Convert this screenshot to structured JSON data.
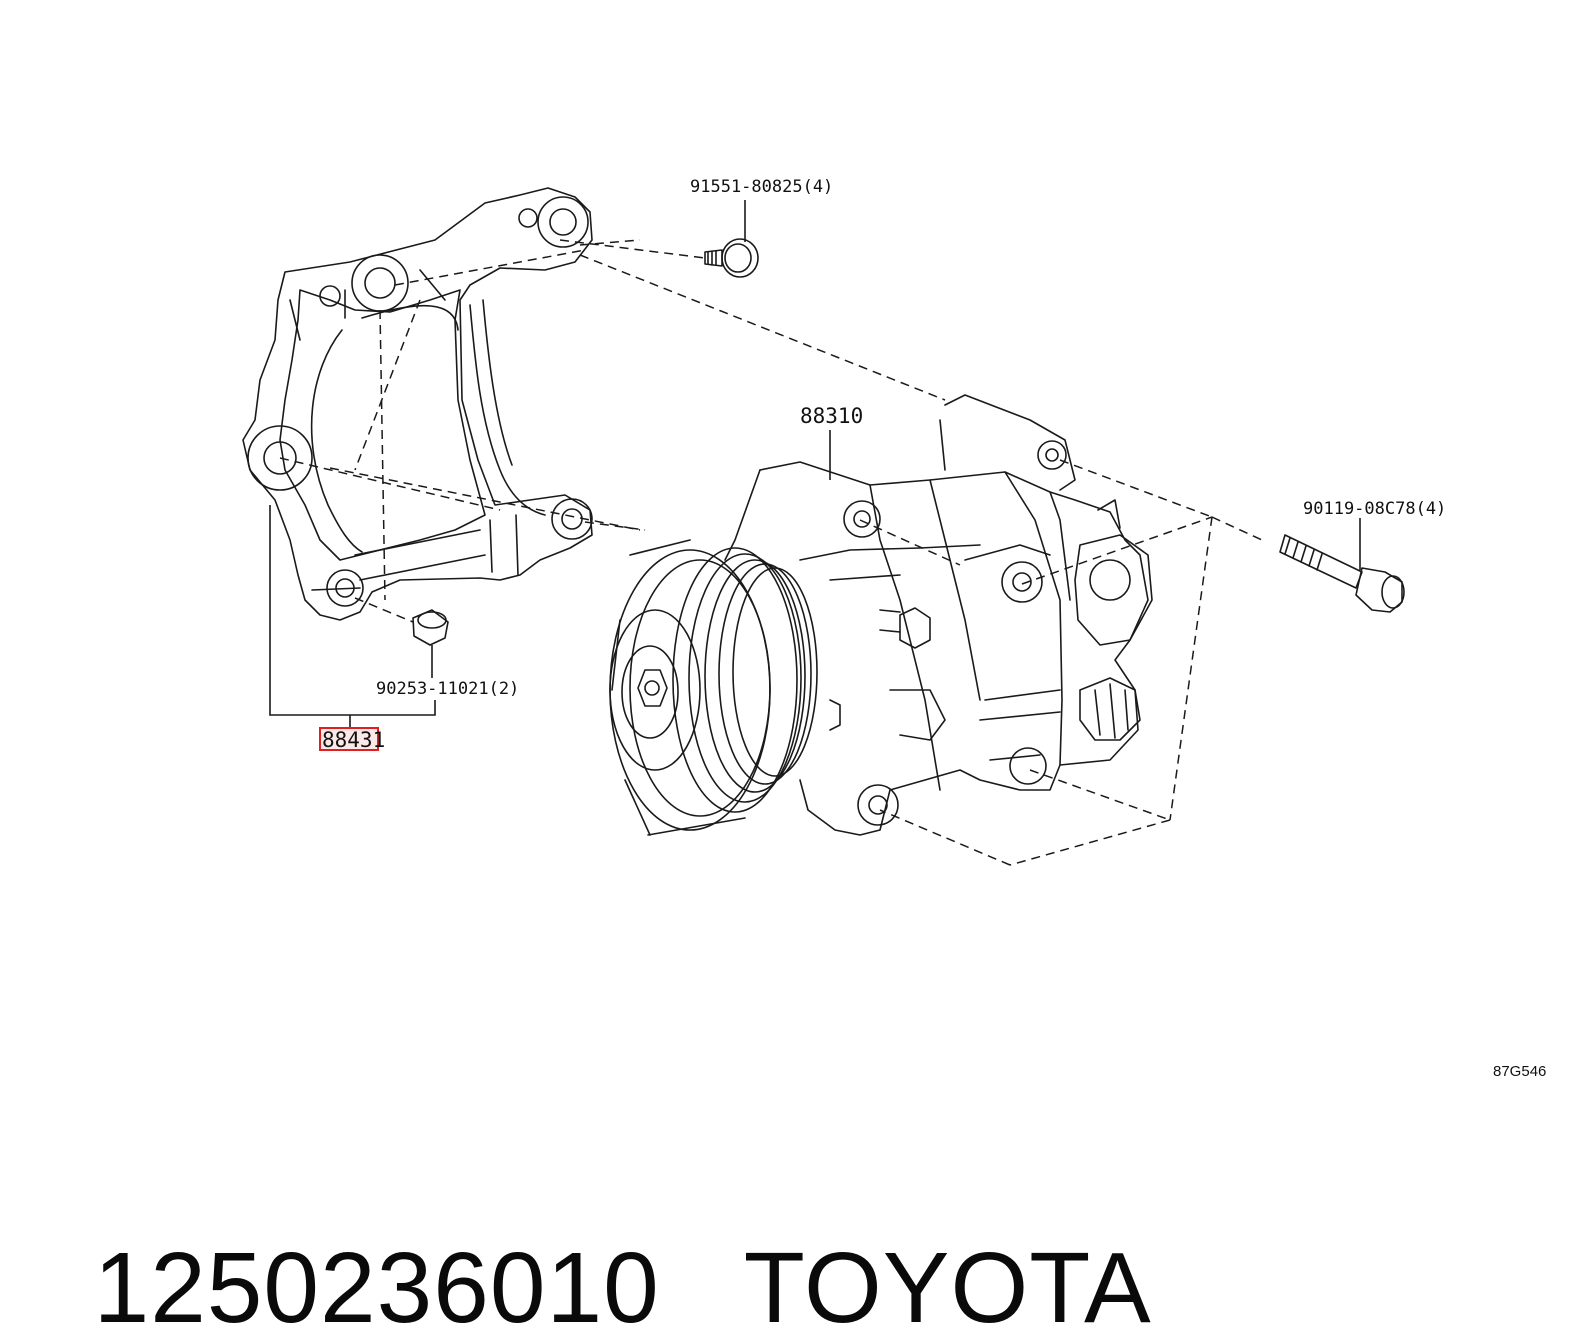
{
  "diagram": {
    "parts": {
      "bolt_top": "91551-80825(4)",
      "compressor": "88310",
      "bolt_right": "90119-08C78(4)",
      "collar": "90253-11021(2)",
      "bracket": "88431"
    },
    "diagram_code": "87G546",
    "highlight_color": "#e02020"
  },
  "caption": {
    "part_number": "1250236010",
    "brand": "TOYOTA"
  }
}
